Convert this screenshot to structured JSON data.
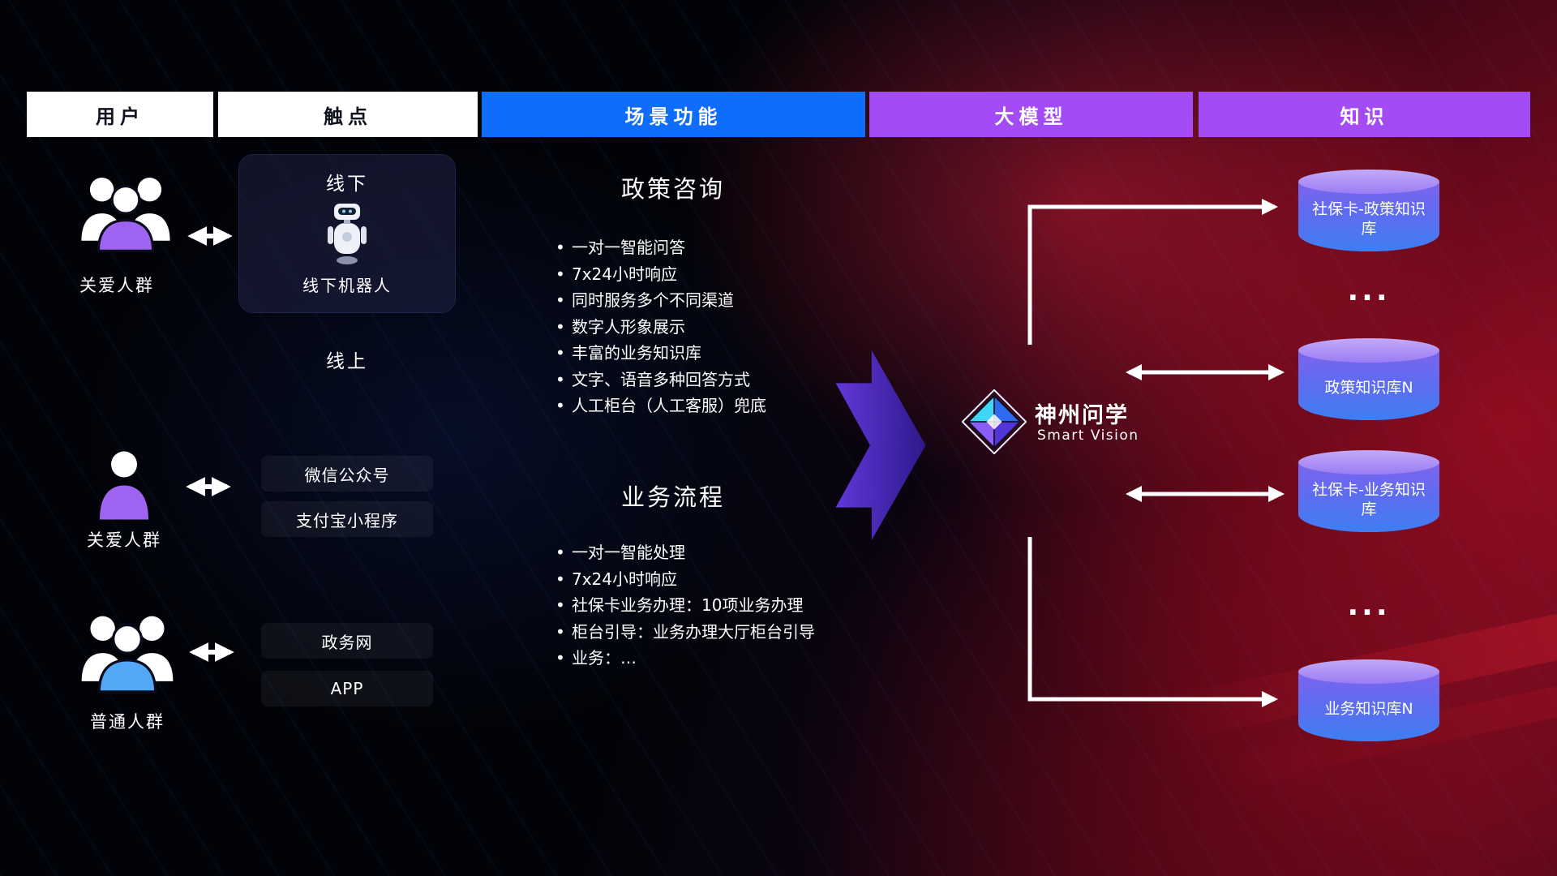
{
  "headers": [
    "用户",
    "触点",
    "场景功能",
    "大模型",
    "知识"
  ],
  "users": [
    "关爱人群",
    "关爱人群",
    "普通人群"
  ],
  "touchpoints": {
    "offline_title": "线下",
    "robot_label": "线下机器人",
    "online_title": "线上",
    "channels": [
      "微信公众号",
      "支付宝小程序",
      "政务网",
      "APP"
    ]
  },
  "scenarios": [
    {
      "title": "政策咨询",
      "items": [
        "一对一智能问答",
        "7x24小时响应",
        "同时服务多个不同渠道",
        "数字人形象展示",
        "丰富的业务知识库",
        "文字、语音多种回答方式",
        "人工柜台（人工客服）兜底"
      ]
    },
    {
      "title": "业务流程",
      "items": [
        "一对一智能处理",
        "7x24小时响应",
        "社保卡业务办理：10项业务办理",
        "柜台引导：业务办理大厅柜台引导",
        "业务：…"
      ]
    }
  ],
  "model": {
    "name": "神州问学",
    "subtitle": "Smart Vision"
  },
  "knowledge": {
    "items": [
      "社保卡-政策知识库",
      "政策知识库N",
      "社保卡-业务知识库",
      "业务知识库N"
    ],
    "ellipsis": "..."
  },
  "colors": {
    "header_blue": "#0f6dfd",
    "header_purple": "#a34bf5",
    "accent_purple": "#9f63f2",
    "accent_blue": "#52a7f7",
    "cylinder_top": "#c3aaf8",
    "cylinder_body_top": "#7e63ee",
    "cylinder_body_bottom": "#3f7ef2",
    "background_red": "#57091a"
  }
}
